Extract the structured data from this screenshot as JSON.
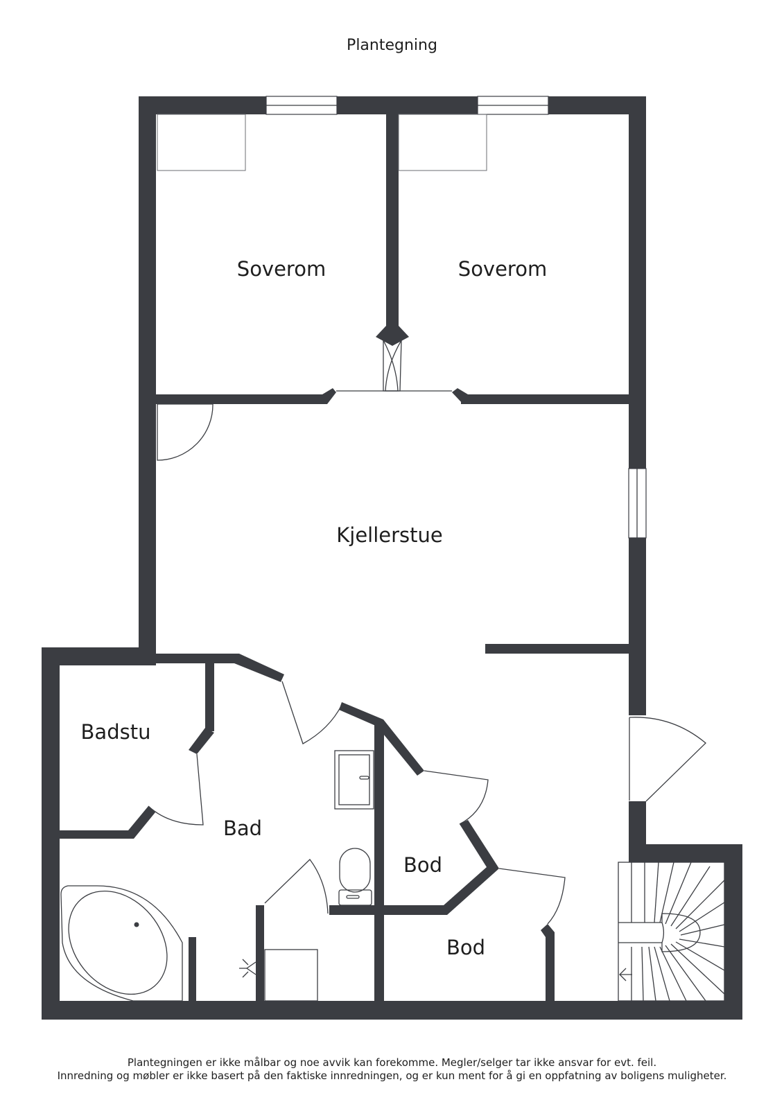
{
  "title": "Plantegning",
  "rooms": {
    "soverom_left": "Soverom",
    "soverom_right": "Soverom",
    "kjellerstue": "Kjellerstue",
    "badstu": "Badstu",
    "bad": "Bad",
    "bod_upper": "Bod",
    "bod_lower": "Bod"
  },
  "disclaimer": {
    "line1": "Plantegningen er ikke målbar og noe avvik kan forekomme. Megler/selger tar ikke ansvar for evt. feil.",
    "line2": "Innredning og møbler er ikke basert på den faktiske innredningen, og er kun ment for å gi en oppfatning av boligens muligheter."
  },
  "colors": {
    "wall": "#3b3d42",
    "background": "#ffffff",
    "text": "#1e1e1e"
  }
}
